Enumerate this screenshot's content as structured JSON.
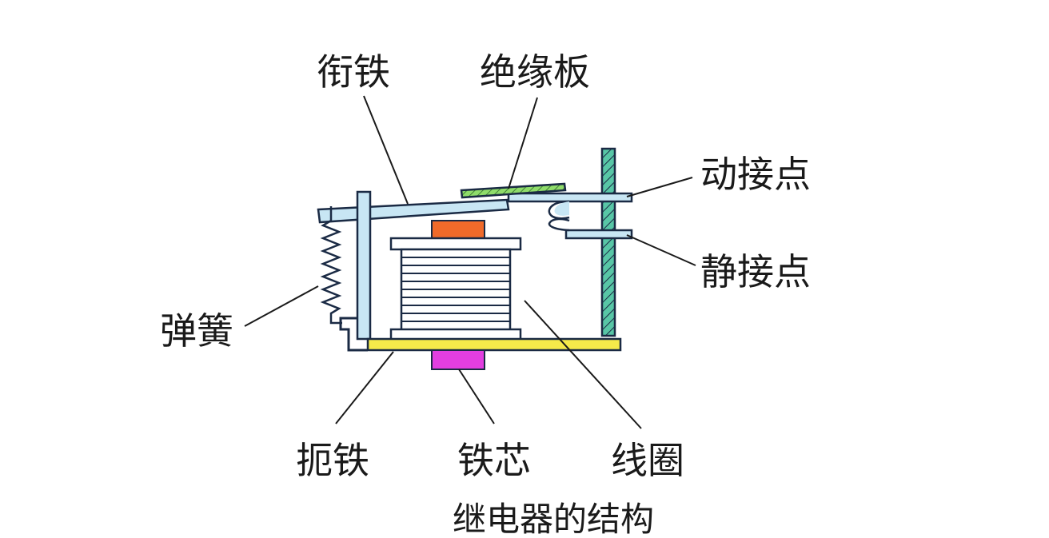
{
  "labels": {
    "armature": "衔铁",
    "insulating_plate": "绝缘板",
    "moving_contact": "动接点",
    "static_contact": "静接点",
    "spring": "弹簧",
    "yoke": "扼铁",
    "iron_core": "铁芯",
    "coil": "线圈"
  },
  "caption": "继电器的结构",
  "colors": {
    "frame_blue": "#c8e6f4",
    "outline": "#1a2a44",
    "insulator_green": "#8fdc6a",
    "contact_post_teal": "#58c6a6",
    "base_yellow": "#f5ea4a",
    "pole_orange": "#f06a2a",
    "core_magenta": "#e23ee0",
    "line_dark": "#1a1a1a"
  }
}
